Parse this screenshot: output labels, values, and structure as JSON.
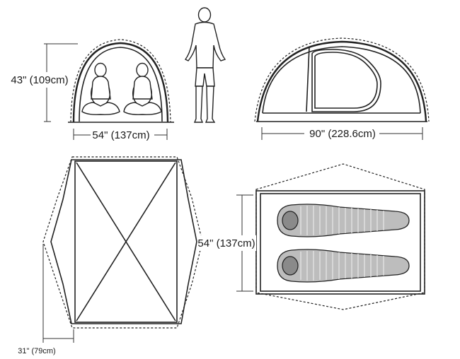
{
  "dimensions": {
    "front_height": "43\" (109cm)",
    "front_width": "54\" (137cm)",
    "side_length": "90\" (228.6cm)",
    "floor_width": "54\" (137cm)",
    "vestibule_depth": "31\" (79cm)"
  },
  "colors": {
    "line": "#222222",
    "silhouette": "#ffffff",
    "sleeping_bag_fill": "#bdbdbd",
    "sleeping_bag_head": "#8a8a8a"
  },
  "icons": {
    "person": "standing-person-silhouette",
    "seated_people": "seated-person-silhouette",
    "sleeping_bags": "sleeping-bag-icon"
  }
}
